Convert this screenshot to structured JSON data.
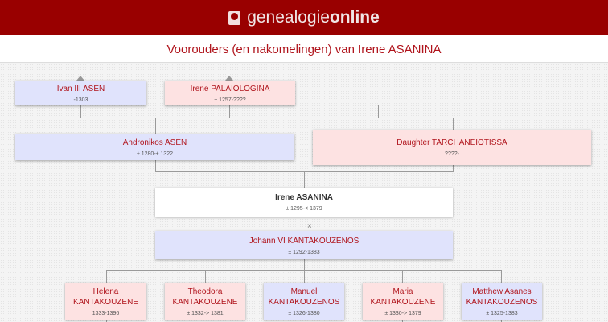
{
  "header": {
    "brand_light": "genealogie",
    "brand_bold": "online"
  },
  "title": "Voorouders (en nakomelingen) van Irene ASANINA",
  "marriage_symbol": "×",
  "grandparents": [
    {
      "name": "Ivan III ASEN",
      "dates": "-1303",
      "gender": "m"
    },
    {
      "name": "Irene PALAIOLOGINA",
      "dates": "± 1257-????",
      "gender": "f"
    }
  ],
  "parents": [
    {
      "name": "Andronikos ASEN",
      "dates": "± 1280-± 1322",
      "gender": "m"
    },
    {
      "name": "Daughter TARCHANEIOTISSA",
      "dates": "????-",
      "gender": "f"
    }
  ],
  "subject": {
    "name": "Irene ASANINA",
    "dates": "± 1295-< 1379"
  },
  "spouse": {
    "name": "Johann VI KANTAKOUZENOS",
    "dates": "± 1292-1383"
  },
  "children": [
    {
      "first": "Helena",
      "last": "KANTAKOUZENE",
      "dates": "1333-1396",
      "gender": "f"
    },
    {
      "first": "Theodora",
      "last": "KANTAKOUZENE",
      "dates": "± 1332-> 1381",
      "gender": "f"
    },
    {
      "first": "Manuel",
      "last": "KANTAKOUZENOS",
      "dates": "± 1326-1380",
      "gender": "m"
    },
    {
      "first": "Maria",
      "last": "KANTAKOUZENE",
      "dates": "± 1330-> 1379",
      "gender": "f"
    },
    {
      "first": "Matthew Asanes",
      "last": "KANTAKOUZENOS",
      "dates": "± 1325-1383",
      "gender": "m"
    }
  ]
}
